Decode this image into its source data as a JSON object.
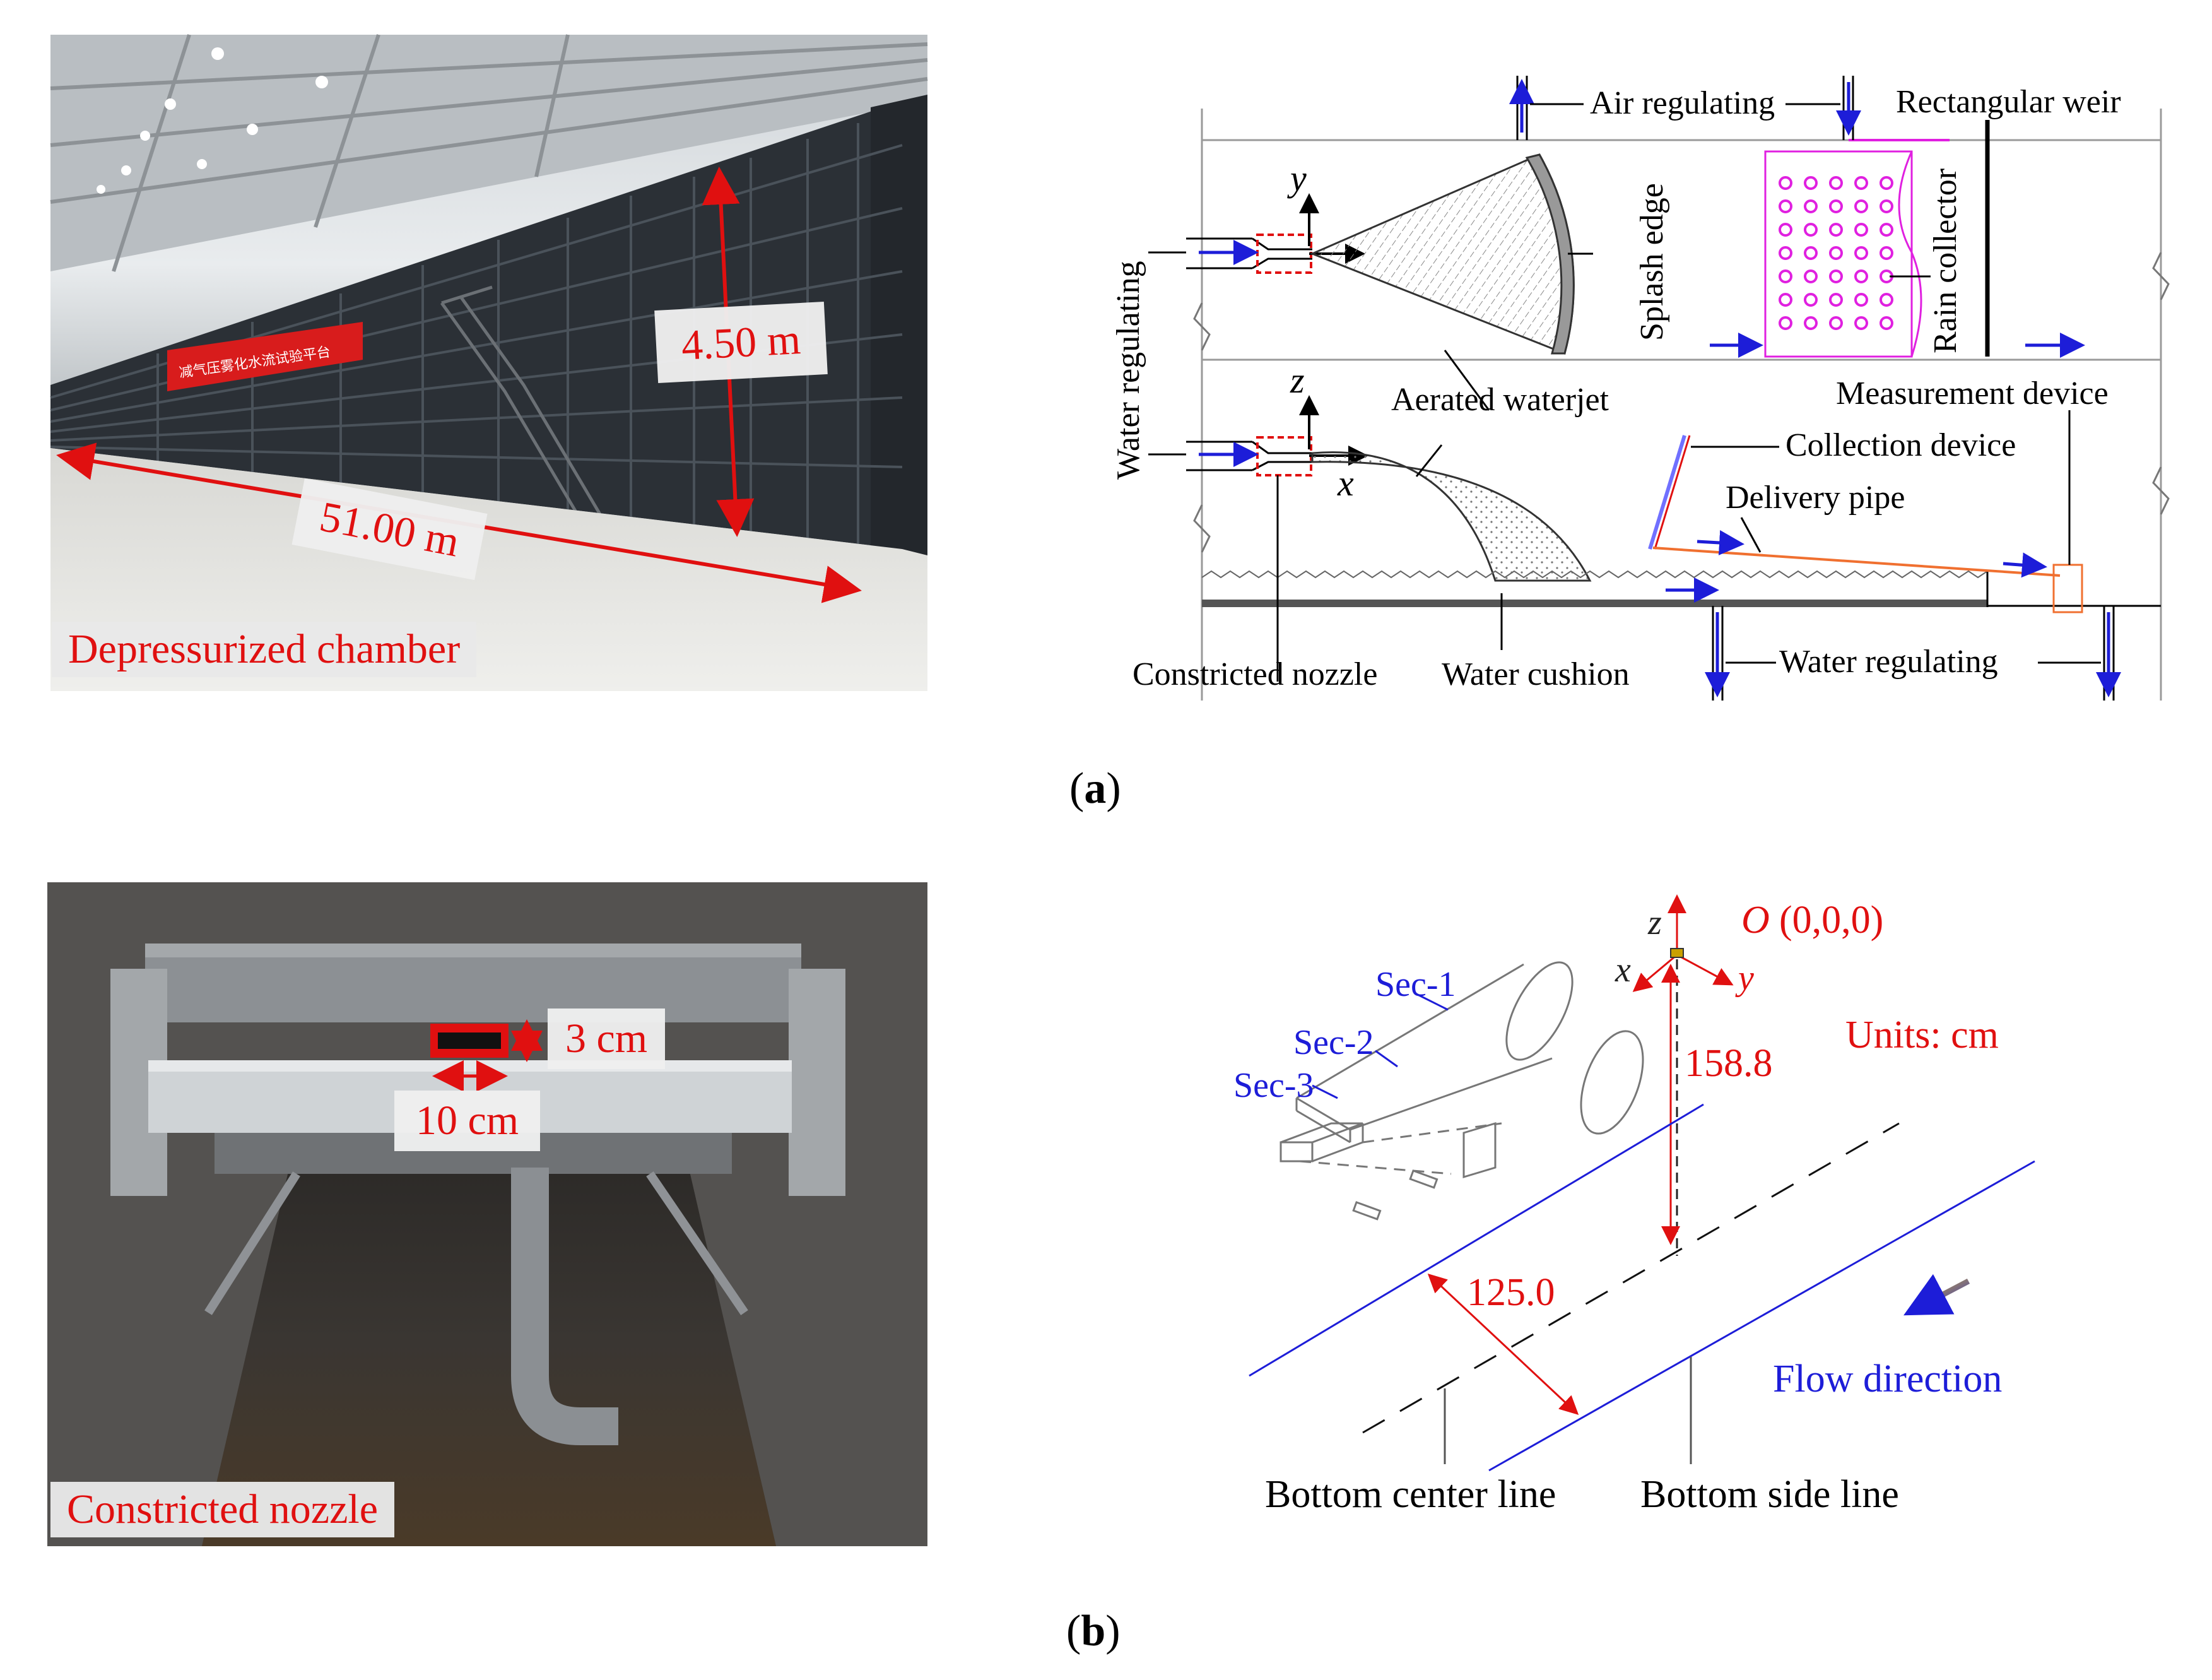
{
  "panel_a": {
    "caption": "a",
    "photo": {
      "label": "Depressurized chamber",
      "height_label": "4.50 m",
      "length_label": "51.00 m",
      "banner_text": "减气压雾化水流试验平台"
    },
    "schematic": {
      "air_regulating": "Air regulating",
      "rectangular_weir": "Rectangular weir",
      "water_regulating_left": "Water regulating",
      "splash_edge": "Splash edge",
      "rain_collector": "Rain collector",
      "aerated_waterjet": "Aerated waterjet",
      "measurement_device": "Measurement device",
      "collection_device": "Collection device",
      "delivery_pipe": "Delivery pipe",
      "constricted_nozzle": "Constricted nozzle",
      "water_cushion": "Water cushion",
      "water_regulating_bottom": "Water regulating",
      "axis_y": "y",
      "axis_z": "z",
      "axis_x": "x"
    }
  },
  "panel_b": {
    "caption": "b",
    "photo": {
      "label": "Constricted nozzle",
      "dim_height": "3 cm",
      "dim_width": "10 cm"
    },
    "schematic": {
      "sec1": "Sec-1",
      "sec2": "Sec-2",
      "sec3": "Sec-3",
      "origin_letter": "O",
      "origin_coords": "(0,0,0)",
      "axis_z": "z",
      "axis_x": "x",
      "axis_y": "y",
      "units": "Units: cm",
      "dim_vertical": "158.8",
      "dim_horizontal": "125.0",
      "flow_direction": "Flow direction",
      "bottom_center_line": "Bottom center line",
      "bottom_side_line": "Bottom side line"
    }
  },
  "colors": {
    "red": "#e01010",
    "blue": "#1d1dd8",
    "magenta": "#e020e0",
    "orange": "#f07030"
  }
}
